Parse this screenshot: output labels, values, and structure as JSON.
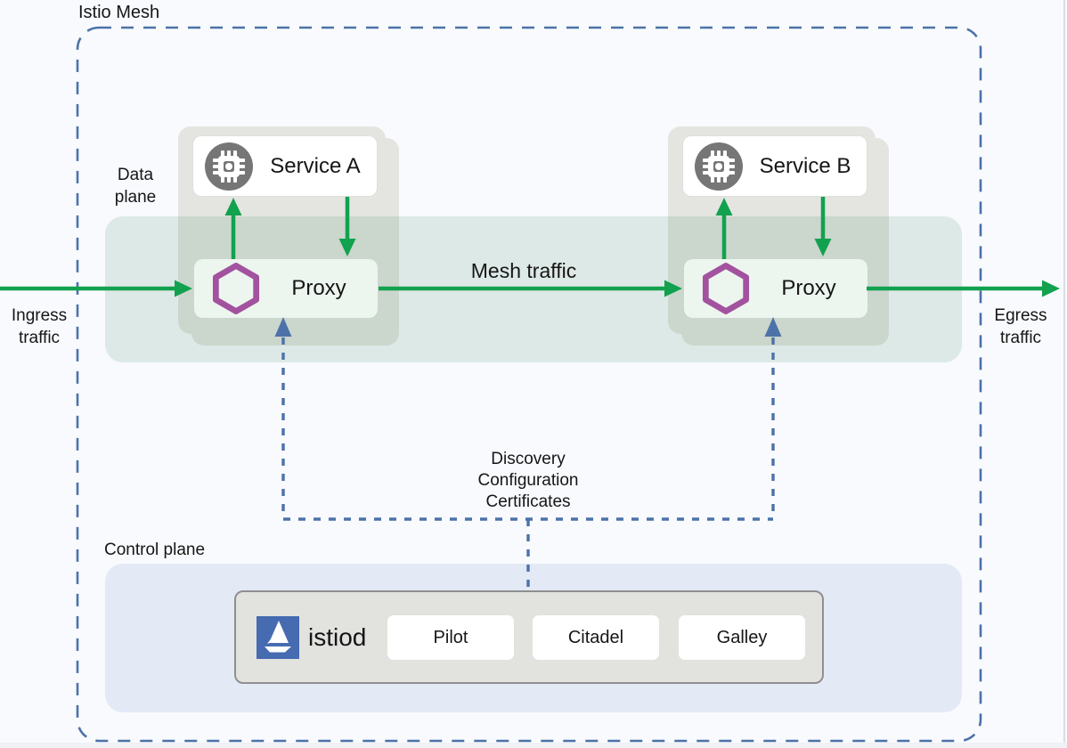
{
  "colors": {
    "background": "#f8fafd",
    "mesh_border": "#4c72a8",
    "green": "#12a14e",
    "card_gray": "#e4e4e1",
    "proxy_fill": "#edf5ef",
    "purple": "#a2529e",
    "icon_gray": "#767676",
    "control_fill": "#e4e9f6",
    "istiod_fill": "#e2e2df",
    "istiod_border": "#8f8f8f",
    "logo_blue": "#466bb0",
    "text": "#161616"
  },
  "mesh": {
    "title": "Istio Mesh"
  },
  "data_plane": {
    "label_lines": [
      "Data",
      "plane"
    ],
    "services": [
      {
        "name": "Service A"
      },
      {
        "name": "Service B"
      }
    ],
    "proxy_label": "Proxy",
    "mesh_traffic_label": "Mesh traffic"
  },
  "traffic": {
    "ingress_lines": [
      "Ingress",
      "traffic"
    ],
    "egress_lines": [
      "Egress",
      "traffic"
    ]
  },
  "istiod_channel_lines": [
    "Discovery",
    "Configuration",
    "Certificates"
  ],
  "control_plane": {
    "label": "Control plane",
    "istiod_label": "istiod",
    "components": [
      {
        "label": "Pilot"
      },
      {
        "label": "Citadel"
      },
      {
        "label": "Galley"
      }
    ]
  },
  "icons": {
    "service": "cpu-chip-icon",
    "proxy": "hexagon-icon",
    "istiod": "istio-sail-icon"
  }
}
